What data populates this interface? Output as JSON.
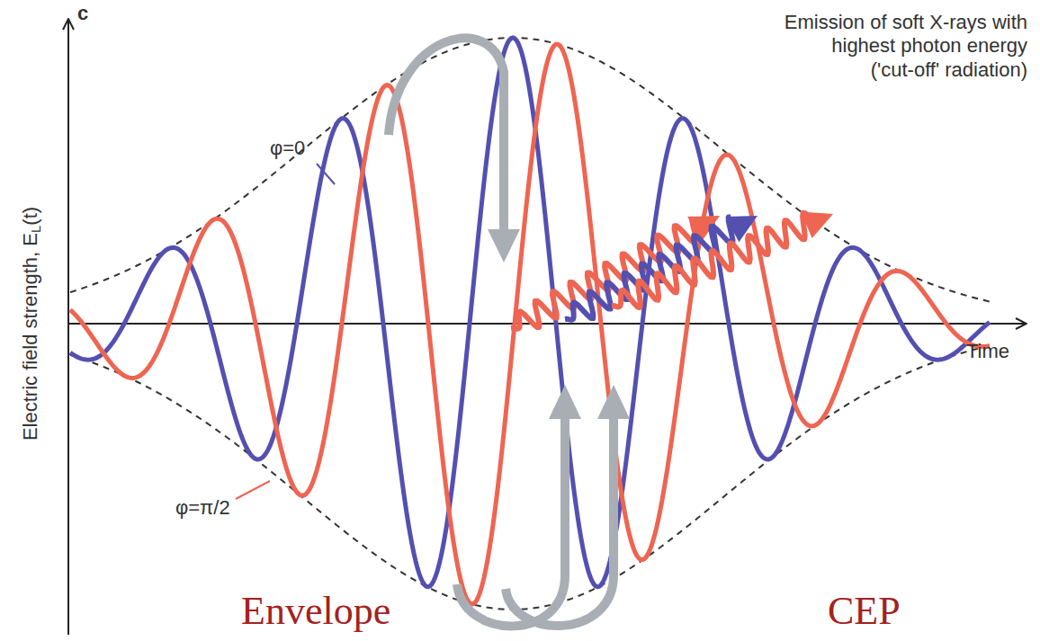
{
  "diagram": {
    "labels": [
      "c",
      "Electric field strength, E",
      "L",
      "(t)",
      "Emission of soft X-rays with",
      "highest photon energy",
      "('cut-off' radiation)",
      "φ=0",
      "φ=π/2",
      "Time",
      "Envelope",
      "CEP"
    ]
  }
}
